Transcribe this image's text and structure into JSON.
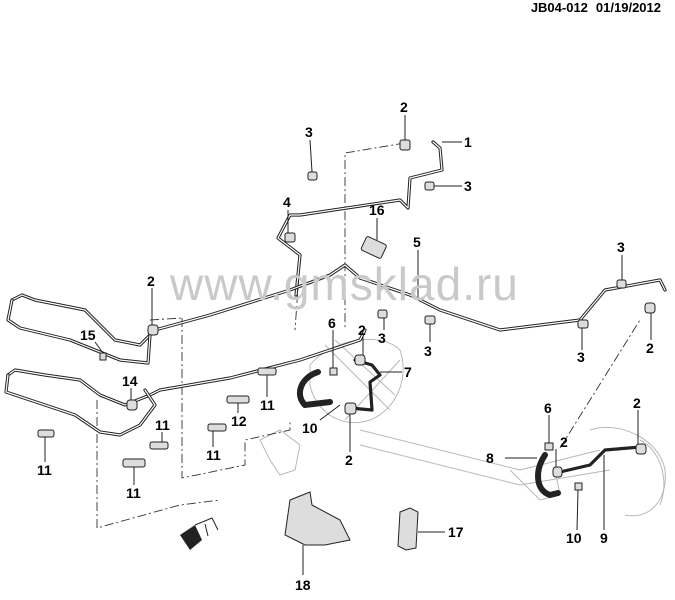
{
  "header": {
    "code": "JB04-012",
    "date": "01/19/2012"
  },
  "watermark": "www.gmsklad.ru",
  "colors": {
    "line": "#222222",
    "watermark": "#c9c9c9",
    "ghost": "#b8b8b8"
  },
  "callouts": [
    "1",
    "2",
    "3",
    "4",
    "5",
    "6",
    "7",
    "8",
    "9",
    "10",
    "11",
    "12",
    "14",
    "15",
    "16",
    "17",
    "18"
  ],
  "labels": {
    "c1": "1",
    "c2a": "2",
    "c2b": "2",
    "c2c": "2",
    "c2d": "2",
    "c2e": "2",
    "c2f": "2",
    "c2g": "2",
    "c3a": "3",
    "c3b": "3",
    "c3c": "3",
    "c3d": "3",
    "c3e": "3",
    "c3f": "3",
    "c4": "4",
    "c5": "5",
    "c6a": "6",
    "c6b": "6",
    "c7": "7",
    "c8": "8",
    "c9": "9",
    "c10a": "10",
    "c10b": "10",
    "c11a": "11",
    "c11b": "11",
    "c11c": "11",
    "c11d": "11",
    "c11e": "11",
    "c12": "12",
    "c14": "14",
    "c15": "15",
    "c16": "16",
    "c17": "17",
    "c18": "18"
  }
}
